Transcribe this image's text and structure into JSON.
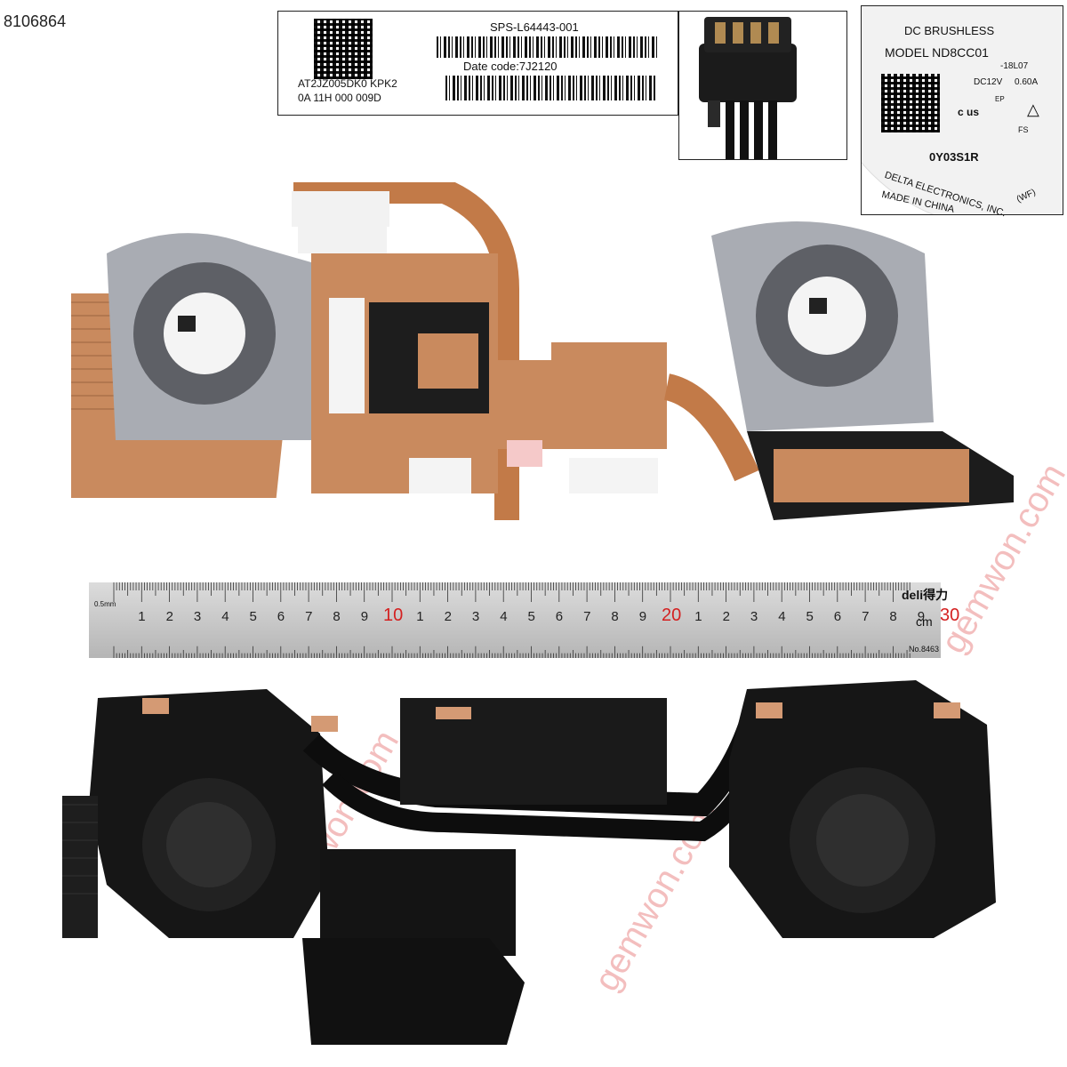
{
  "sku": "8106864",
  "part_label": {
    "sps": "SPS-L64443-001",
    "date_code": "Date code:7J2120",
    "line1": "AT2JZ005DK0  KPK2",
    "line2": "0A 11H 000 009D"
  },
  "fan_label": {
    "line1": "DC  BRUSHLESS",
    "line2": "MODEL  ND8CC01",
    "suffix": "-18L07",
    "voltage": "DC12V",
    "current": "0.60A",
    "ep": "EP",
    "cert": "c  us",
    "fs": "FS",
    "code": "0Y03S1R",
    "maker": "DELTA ELECTRONICS, INC.",
    "made": "MADE IN CHINA",
    "wf": "(WF)"
  },
  "ruler": {
    "brand": "deli得力",
    "number": "No.8463",
    "unit": "cm",
    "mm": "0.5mm",
    "ticks": [
      "1",
      "2",
      "3",
      "4",
      "5",
      "6",
      "7",
      "8",
      "9",
      "10",
      "1",
      "2",
      "3",
      "4",
      "5",
      "6",
      "7",
      "8",
      "9",
      "20",
      "1",
      "2",
      "3",
      "4",
      "5",
      "6",
      "7",
      "8",
      "9",
      "30"
    ]
  },
  "watermarks": [
    "gemwon.com",
    "gemwon.com",
    "gemwon.com"
  ],
  "colors": {
    "copper": "#c98a5e",
    "fan_gray": "#a9acb3",
    "black_part": "#161616",
    "ruler": "#c9c9c9",
    "red_numbers": "#d42020"
  }
}
